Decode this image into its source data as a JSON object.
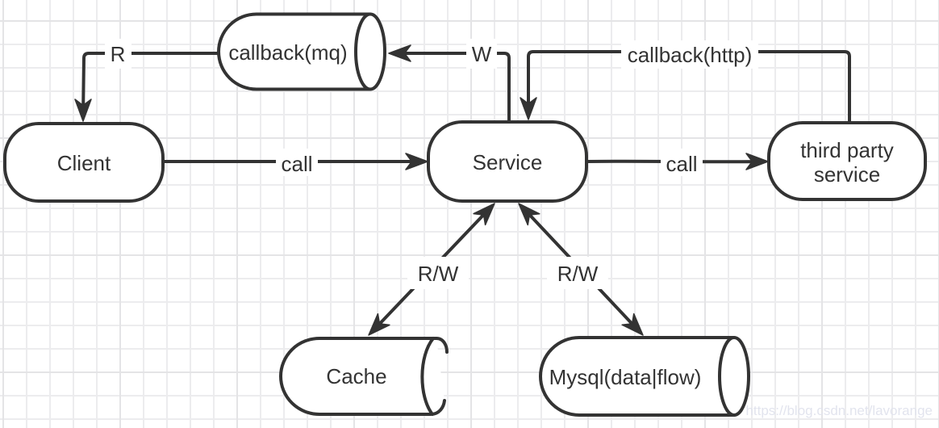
{
  "diagram": {
    "nodes": {
      "client": {
        "label": "Client"
      },
      "service": {
        "label": "Service"
      },
      "third_party": {
        "label_line1": "third party",
        "label_line2": "service"
      },
      "callback_mq": {
        "label": "callback(mq)"
      },
      "cache": {
        "label": "Cache"
      },
      "mysql": {
        "label": "Mysql(data|flow)"
      }
    },
    "edges": {
      "mq_to_client": {
        "label": "R"
      },
      "service_to_mq": {
        "label": "W"
      },
      "third_to_service": {
        "label": "callback(http)"
      },
      "client_to_service": {
        "label": "call"
      },
      "service_to_third": {
        "label": "call"
      },
      "service_cache": {
        "label": "R/W"
      },
      "service_mysql": {
        "label": "R/W"
      }
    },
    "colors": {
      "stroke": "#333333",
      "node_fill": "#ffffff",
      "background": "#ffffff",
      "grid_line": "#ececee",
      "grid_line_major": "#e4e4e6",
      "watermark": "#e2e4ee"
    },
    "watermark": "https://blog.csdn.net/lavorange"
  }
}
